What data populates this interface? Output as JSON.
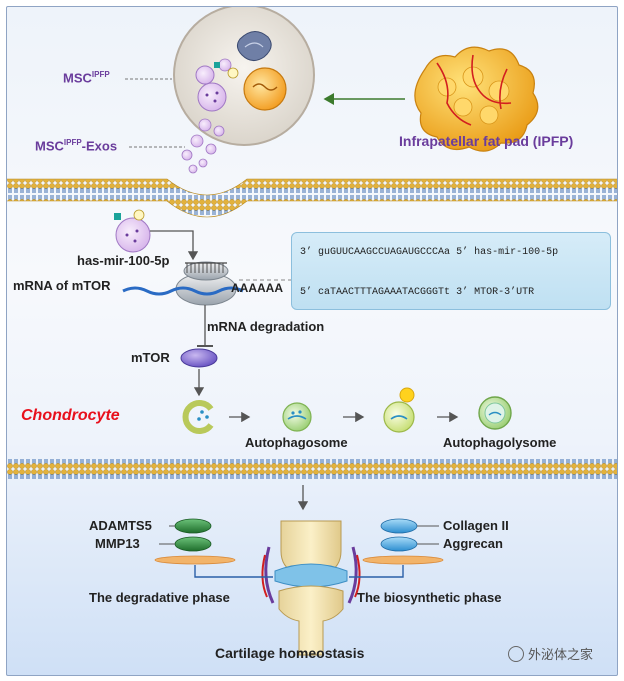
{
  "labels": {
    "msc": "MSC",
    "msc_sup": "IPFP",
    "exos_pre": "MSC",
    "exos_sup": "IPFP",
    "exos_post": "-Exos",
    "ipfp": "Infrapatellar fat pad (IPFP)",
    "mirna": "has-mir-100-5p",
    "mrna_mtor": "mRNA of mTOR",
    "polya": "AAAAAA",
    "mrna_degradation": "mRNA degradation",
    "mtor": "mTOR",
    "chondrocyte": "Chondrocyte",
    "autophagosome": "Autophagosome",
    "autophagolysome": "Autophagolysome",
    "adamts5": "ADAMTS5",
    "mmp13": "MMP13",
    "collagen2": "Collagen II",
    "aggrecan": "Aggrecan",
    "degradative_phase": "The degradative phase",
    "biosynthetic_phase": "The biosynthetic phase",
    "cartilage": "Cartilage homeostasis",
    "watermark": "外泌体之家"
  },
  "sequence": {
    "top_prefix": "3’",
    "top_seq": "guGUUCAAGCCUAGAUGCCCAa",
    "top_suffix": "5’",
    "top_name": "has-mir-100-5p",
    "bottom_prefix": "5’",
    "bottom_seq": "caTAACTTTAGAAATACGGGTt",
    "bottom_suffix": "3’",
    "bottom_name": "MTOR-3’UTR"
  },
  "colors": {
    "msc_text": "#6a3c9c",
    "chondrocyte_text": "#e8101c",
    "membrane_head": "#e3b23c",
    "membrane_tail": "#2a5fa8",
    "degradative_protein": "#2d8a3a",
    "biosynthetic_protein": "#3ea2e0",
    "mrna_strand": "#2a6bc4"
  }
}
